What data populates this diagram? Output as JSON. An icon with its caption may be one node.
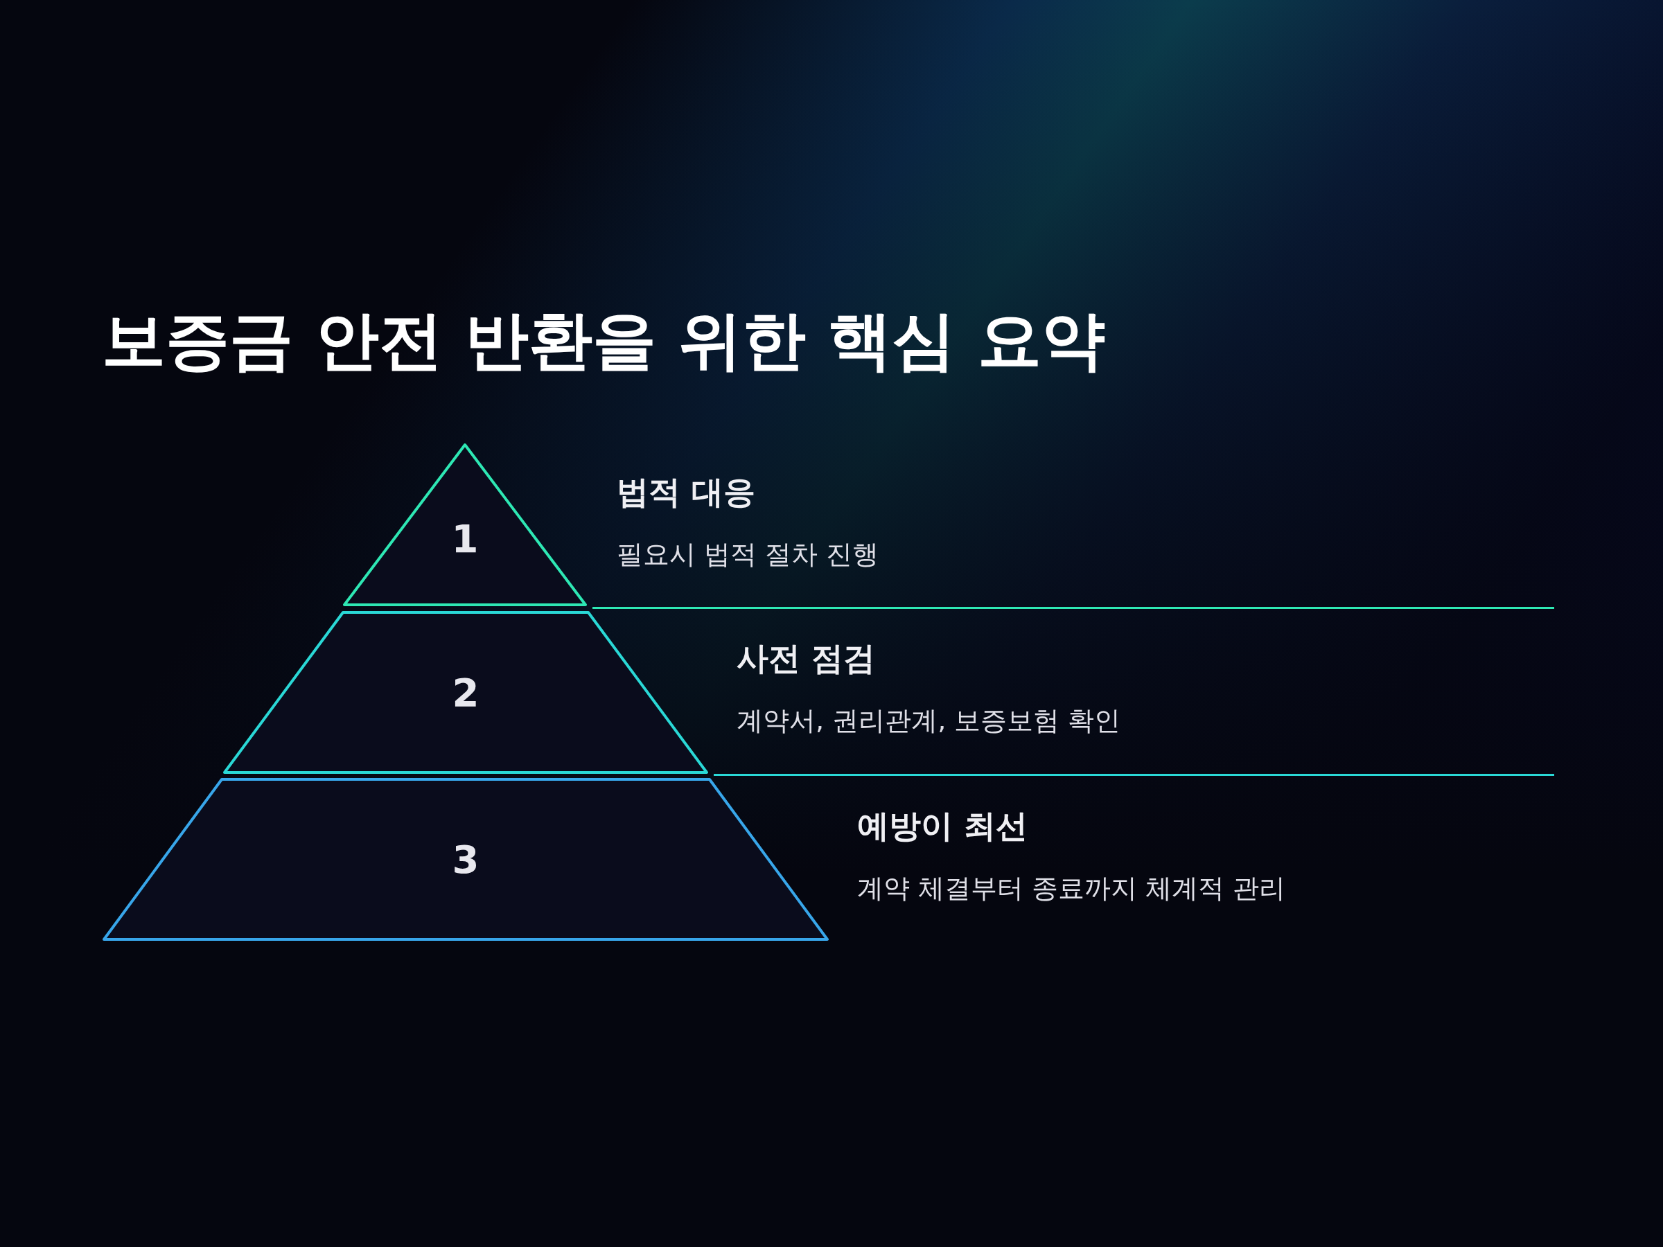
{
  "diagram": {
    "title": "보증금 안전 반환을 위한 핵심 요약",
    "nodes": [
      {
        "text": [
          "1"
        ],
        "beside": [
          "법적 대응",
          "필요시 법적 절차 진행"
        ]
      },
      {
        "text": [
          "2"
        ],
        "beside": [
          "사전 점검",
          "계약서, 권리관계, 보증보험 확인"
        ]
      },
      {
        "text": [
          "3"
        ],
        "beside": [
          "예방이 최선",
          "계약 체결부터 종료까지 체계적 관리"
        ]
      }
    ]
  }
}
